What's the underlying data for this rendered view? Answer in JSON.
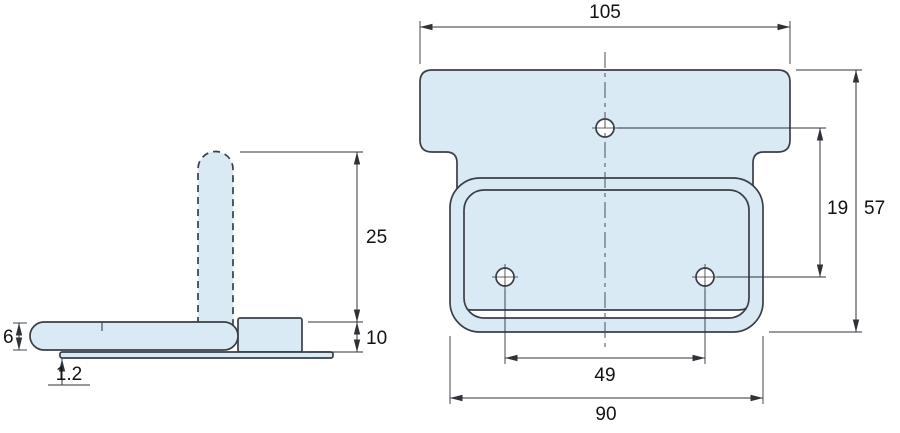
{
  "drawing": {
    "dims": {
      "top_width": "105",
      "overall_height": "57",
      "hole_offset": "19",
      "handle_length": "25",
      "bracket_height": "10",
      "bar_thickness": "6",
      "plate_thickness": "1.2",
      "hole_spacing": "49",
      "handle_width": "90"
    },
    "colors": {
      "part_fill": "#d9eaf5",
      "hole_fill": "#ffffff",
      "outline": "#3a3f46",
      "dimension": "#2f3338"
    }
  }
}
